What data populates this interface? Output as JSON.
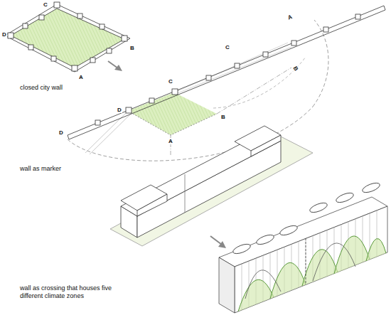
{
  "diagram": {
    "labels": [
      "C",
      "D",
      "B",
      "A",
      "closed city wall",
      "C",
      "D",
      "B",
      "A",
      "C",
      "B",
      "A",
      "D",
      "wall as marker",
      "wall as crossing that houses five different climate zones"
    ]
  }
}
